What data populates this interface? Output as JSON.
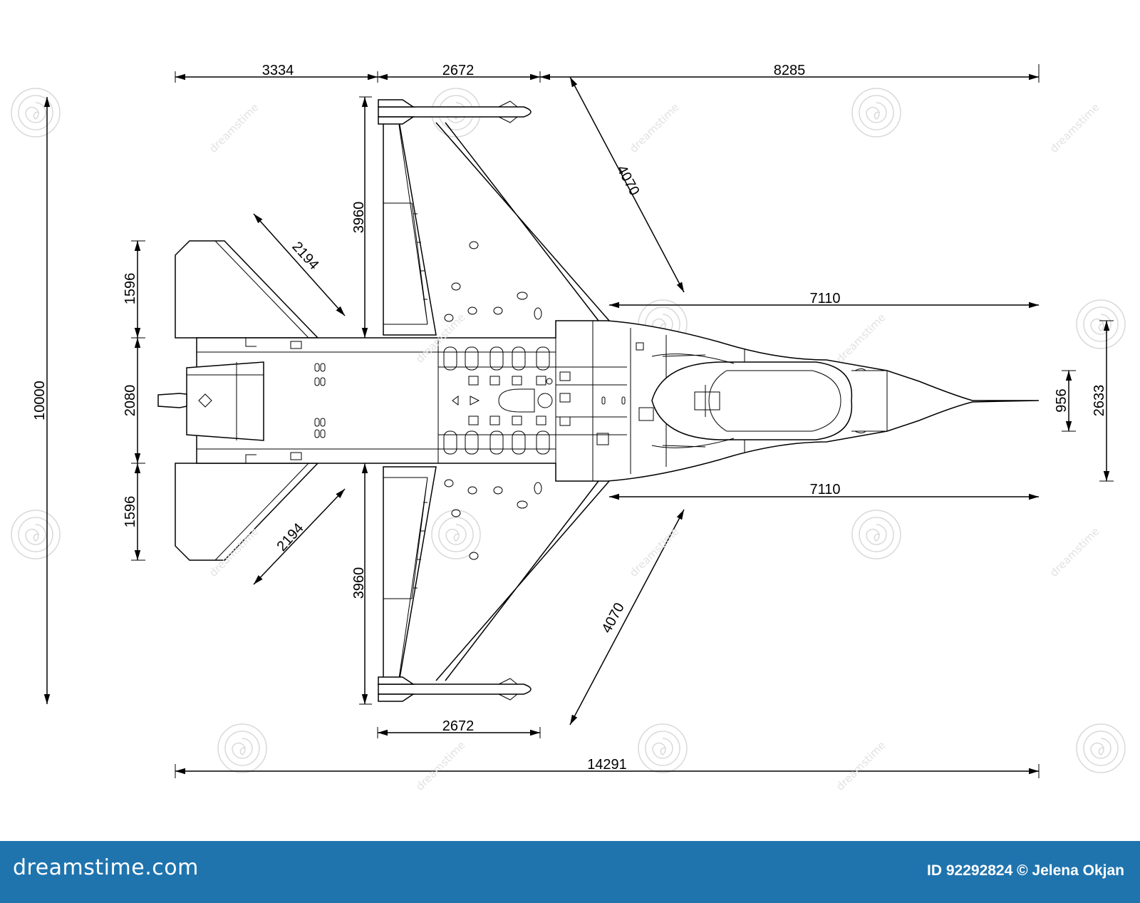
{
  "dimensions": {
    "tail_section_length": "3334",
    "wing_root_chord_top": "2672",
    "forward_fuselage_length": "8285",
    "wing_leading_edge_top": "4070",
    "wing_span_top": "3960",
    "stabilizer_edge_top": "2194",
    "stabilizer_span_top": "1596",
    "fuselage_width": "2080",
    "stabilizer_span_bottom": "1596",
    "stabilizer_edge_bottom": "2194",
    "wing_span_bottom": "3960",
    "wing_leading_edge_bottom": "4070",
    "nose_length_top": "7110",
    "nose_length_bottom": "7110",
    "nose_width": "956",
    "cockpit_width": "2633",
    "wing_root_chord_bottom": "2672",
    "overall_length": "14291",
    "overall_span": "10000"
  },
  "watermark": {
    "text": "dreamstime"
  },
  "footer": {
    "brand": "dreamstime.com",
    "credit": "ID 92292824 © Jelena Okjan",
    "background": "#1f74ae"
  }
}
